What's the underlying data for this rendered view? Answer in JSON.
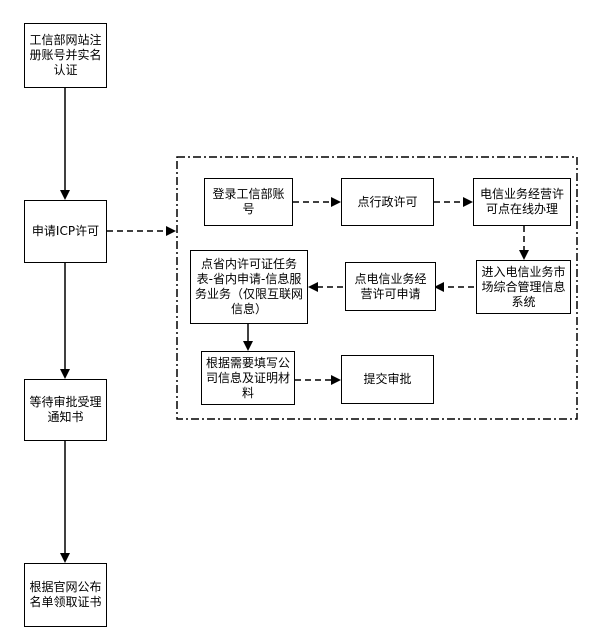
{
  "flowchart": {
    "main_steps": [
      {
        "id": "register",
        "text": "工信部网站注册账号并实名认证"
      },
      {
        "id": "apply-icp",
        "text": "申请ICP许可"
      },
      {
        "id": "wait-notice",
        "text": "等待审批受理通知书"
      },
      {
        "id": "get-cert",
        "text": "根据官网公布名单领取证书"
      }
    ],
    "detail_steps": [
      {
        "id": "login",
        "text": "登录工信部账号"
      },
      {
        "id": "click-admin",
        "text": "点行政许可"
      },
      {
        "id": "telecom-online",
        "text": "电信业务经营许可点在线办理"
      },
      {
        "id": "enter-system",
        "text": "进入电信业务市场综合管理信息系统"
      },
      {
        "id": "click-apply",
        "text": "点电信业务经营许可申请"
      },
      {
        "id": "click-task",
        "text": "点省内许可证任务表-省内申请-信息服务业务（仅限互联网信息）"
      },
      {
        "id": "fill-info",
        "text": "根据需要填写公司信息及证明材料"
      },
      {
        "id": "submit",
        "text": "提交审批"
      }
    ]
  },
  "colors": {
    "stroke": "#000000",
    "background": "#ffffff"
  }
}
